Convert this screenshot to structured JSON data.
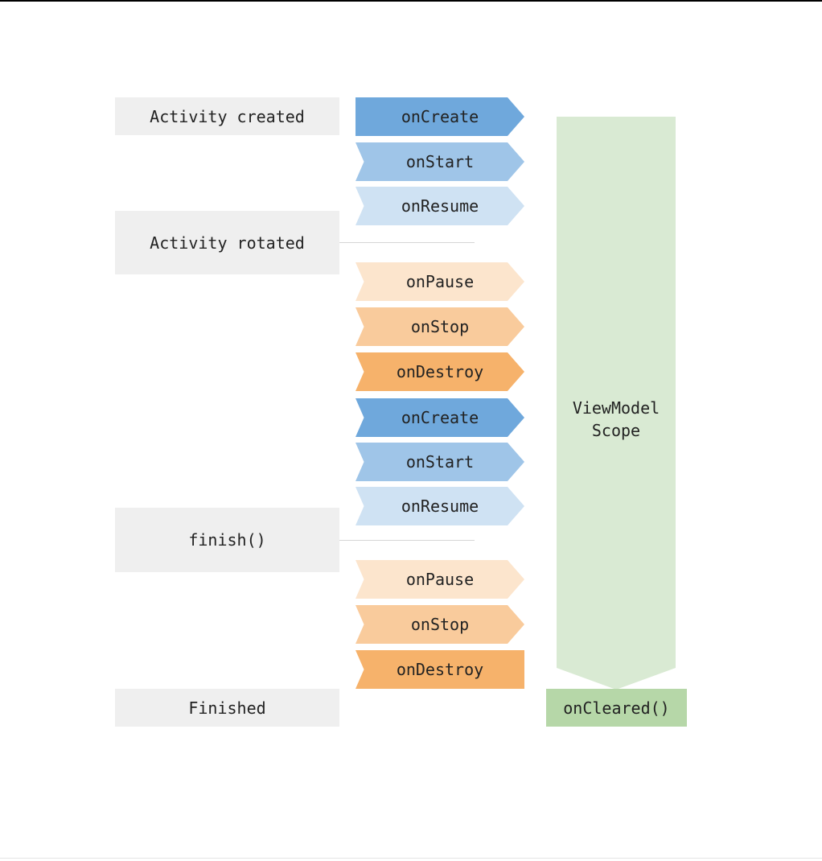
{
  "states": [
    {
      "label": "Activity created"
    },
    {
      "label": "Activity rotated"
    },
    {
      "label": "finish()"
    },
    {
      "label": "Finished"
    }
  ],
  "steps": [
    {
      "label": "onCreate",
      "color": "#6fa8dc"
    },
    {
      "label": "onStart",
      "color": "#9fc5e8"
    },
    {
      "label": "onResume",
      "color": "#cfe2f3"
    },
    {
      "label": "onPause",
      "color": "#fce5cd"
    },
    {
      "label": "onStop",
      "color": "#f9cb9c"
    },
    {
      "label": "onDestroy",
      "color": "#f6b26b"
    },
    {
      "label": "onCreate",
      "color": "#6fa8dc"
    },
    {
      "label": "onStart",
      "color": "#9fc5e8"
    },
    {
      "label": "onResume",
      "color": "#cfe2f3"
    },
    {
      "label": "onPause",
      "color": "#fce5cd"
    },
    {
      "label": "onStop",
      "color": "#f9cb9c"
    },
    {
      "label": "onDestroy",
      "color": "#f6b26b"
    }
  ],
  "scope": {
    "label": "ViewModel\nScope",
    "color": "#d9ead3"
  },
  "cleared": {
    "label": "onCleared()",
    "color": "#b6d7a8"
  },
  "colors": {
    "state_bg": "#efefef",
    "connector": "#d6d6d6"
  }
}
